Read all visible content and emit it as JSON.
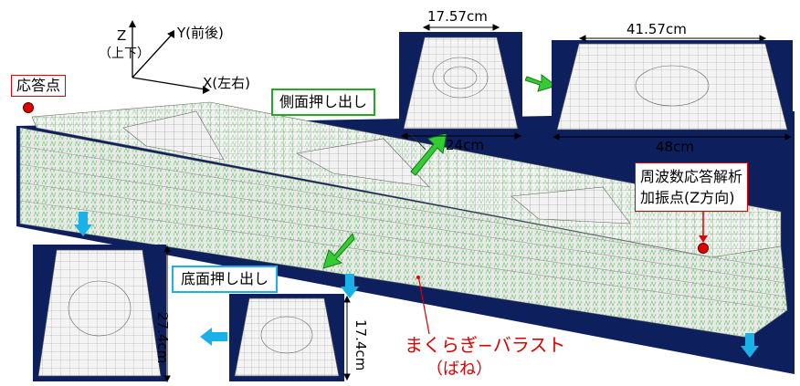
{
  "axes": {
    "z": "Z",
    "z_desc": "（上下）",
    "y": "Y(前後)",
    "x": "X(左右)"
  },
  "labels": {
    "response_point": "応答点",
    "side_extrusion": "側面押し出し",
    "bottom_extrusion": "底面押し出し",
    "freq_line1": "周波数応答解析",
    "freq_line2": "加振点(Z方向)",
    "sleeper_ballast": "まくらぎ−バラスト",
    "spring": "（ばね）"
  },
  "dimensions": {
    "top_small": "17.57cm",
    "top_large": "41.57cm",
    "bottom_small": "24cm",
    "bottom_large": "48cm",
    "height_large": "27.4cm",
    "height_small": "17.4cm"
  },
  "colors": {
    "mesh_blue": "#0d1f5c",
    "arrow_green": "#33cc33",
    "arrow_cyan": "#1ab0e8",
    "highlight_red": "#e00000",
    "label_border": "#22aa22"
  }
}
